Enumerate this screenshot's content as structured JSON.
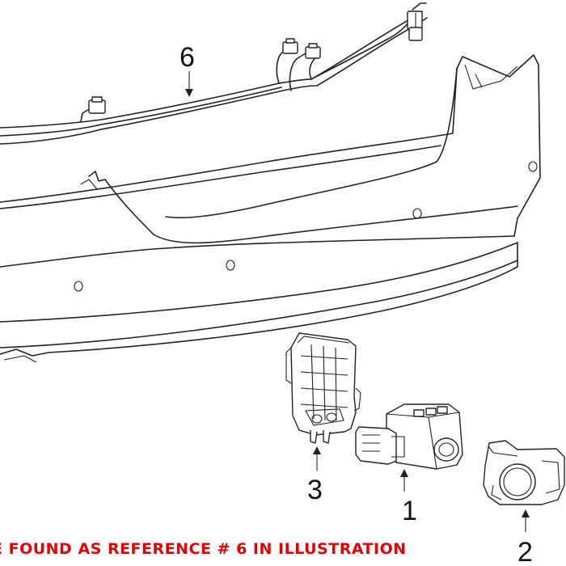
{
  "callouts": {
    "one": "1",
    "two": "2",
    "three": "3",
    "six": "6"
  },
  "note": "E FOUND AS REFERENCE # 6 IN ILLUSTRATION",
  "colors": {
    "note": "#e60000",
    "line": "#222222",
    "background": "#ffffff"
  }
}
